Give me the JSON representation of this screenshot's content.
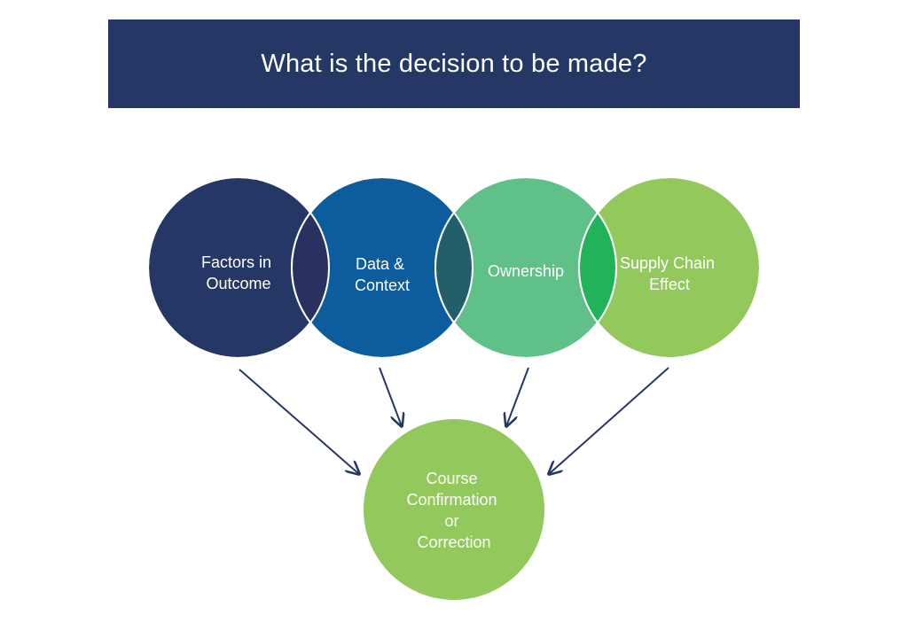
{
  "header": {
    "title": "What is the decision to be made?",
    "background_color": "#253865"
  },
  "circles": [
    {
      "id": "factors",
      "lines": [
        "Factors in",
        "Outcome"
      ],
      "color": "#253865"
    },
    {
      "id": "data-context",
      "lines": [
        "Data &",
        "Context"
      ],
      "color": "#0d5c9e"
    },
    {
      "id": "ownership",
      "lines": [
        "Ownership"
      ],
      "color": "#5fc088"
    },
    {
      "id": "supply-chain",
      "lines": [
        "Supply Chain",
        "Effect"
      ],
      "color": "#93c95c"
    }
  ],
  "overlaps": [
    {
      "between": [
        "factors",
        "data-context"
      ],
      "color": "#2a3161"
    },
    {
      "between": [
        "data-context",
        "ownership"
      ],
      "color": "#225f68"
    },
    {
      "between": [
        "ownership",
        "supply-chain"
      ],
      "color": "#21b35a"
    }
  ],
  "result": {
    "lines": [
      "Course",
      "Confirmation",
      "or",
      "Correction"
    ],
    "color": "#93c95c"
  },
  "arrow_color": "#253865"
}
